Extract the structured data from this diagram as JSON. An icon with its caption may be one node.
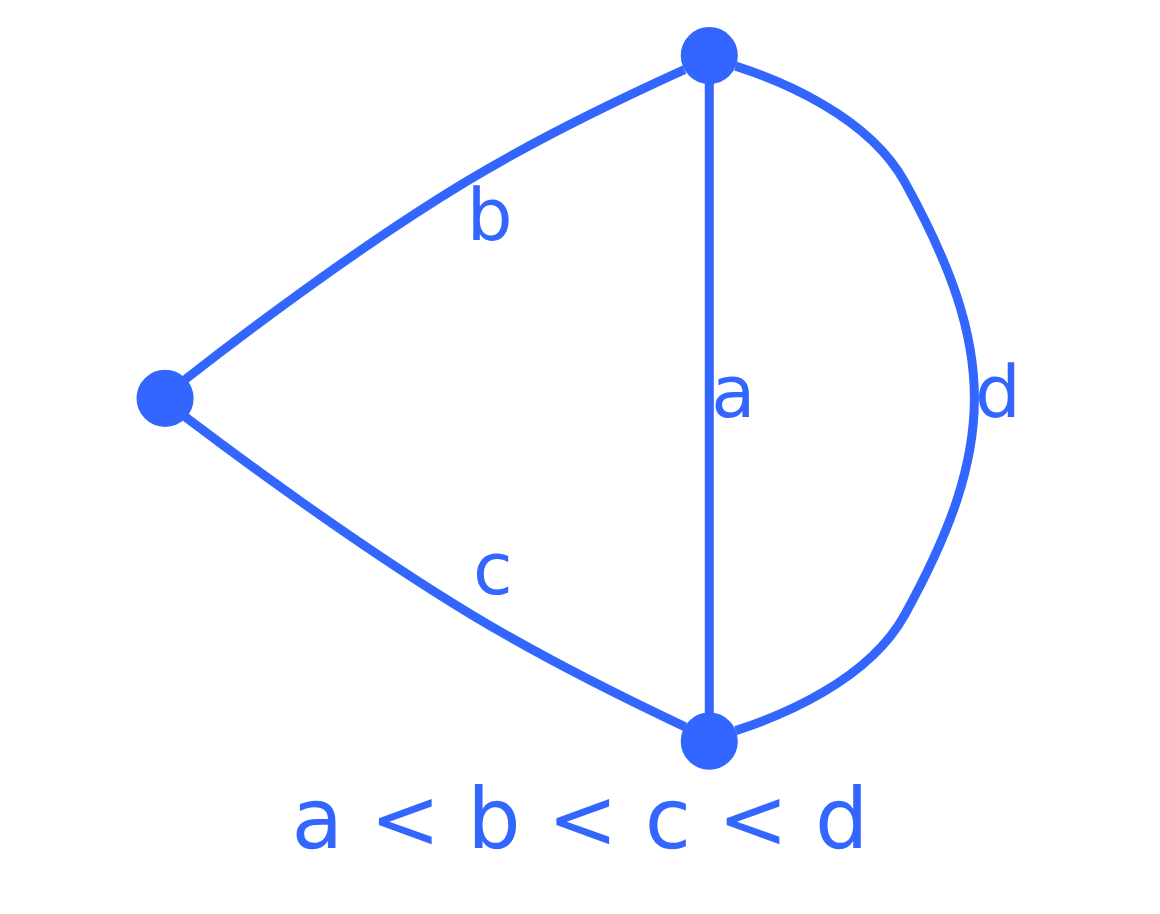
{
  "diagram": {
    "caption": "a < b < c < d",
    "nodes": [
      {
        "text": [],
        "shape": "circle"
      },
      {
        "text": [],
        "shape": "circle"
      },
      {
        "text": [],
        "shape": "circle"
      }
    ],
    "edges": [
      {
        "from": 0,
        "to": 2,
        "arrow": "none",
        "label": "a"
      },
      {
        "from": 0,
        "to": 1,
        "arrow": "none",
        "label": "b"
      },
      {
        "from": 1,
        "to": 2,
        "arrow": "none",
        "label": "c"
      },
      {
        "from": 0,
        "to": 2,
        "arrow": "none",
        "label": "d"
      }
    ]
  }
}
